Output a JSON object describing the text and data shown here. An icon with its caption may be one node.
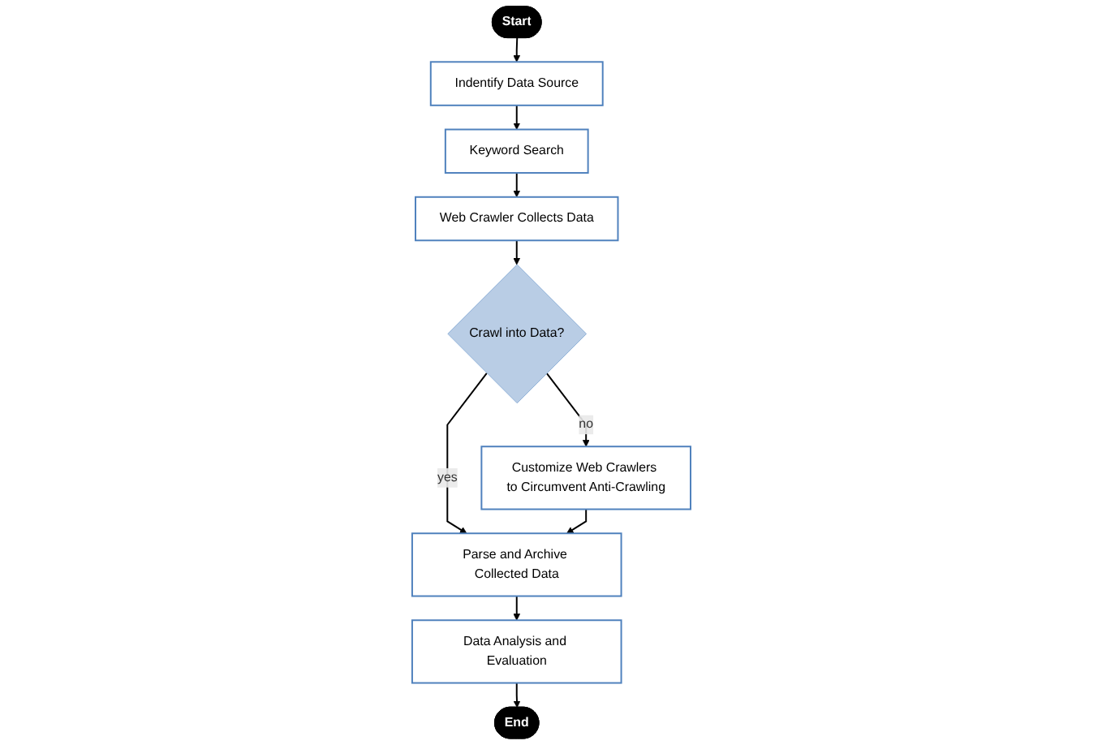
{
  "diagram": {
    "nodes": [
      {
        "text": [
          "Start"
        ]
      },
      {
        "text": [
          "Indentify Data Source"
        ]
      },
      {
        "text": [
          "Keyword Search"
        ]
      },
      {
        "text": [
          "Web Crawler Collects Data"
        ]
      },
      {
        "text": [
          "Crawl into Data?"
        ]
      },
      {
        "text": [
          "Customize Web Crawlers to Circumvent Anti-Crawling"
        ]
      },
      {
        "text": [
          "Parse and Archive Collected Data"
        ]
      },
      {
        "text": [
          "Data Analysis and Evaluation"
        ]
      },
      {
        "text": [
          "End"
        ]
      }
    ],
    "edges": [
      {
        "from": 0,
        "to": 1,
        "arrow": "to"
      },
      {
        "from": 1,
        "to": 2,
        "arrow": "to"
      },
      {
        "from": 2,
        "to": 3,
        "arrow": "to"
      },
      {
        "from": 3,
        "to": 4,
        "arrow": "to"
      },
      {
        "from": 4,
        "to": 6,
        "arrow": "to",
        "label": "yes"
      },
      {
        "from": 4,
        "to": 5,
        "arrow": "to",
        "label": "no"
      },
      {
        "from": 5,
        "to": 6,
        "arrow": "to"
      },
      {
        "from": 6,
        "to": 7,
        "arrow": "to"
      },
      {
        "from": 7,
        "to": 8,
        "arrow": "to"
      }
    ]
  }
}
